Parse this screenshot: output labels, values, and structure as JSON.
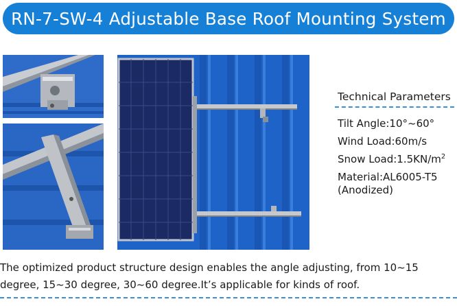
{
  "header": {
    "title": "RN-7-SW-4 Adjustable Base Roof Mounting System"
  },
  "specs": {
    "heading": "Technical Parameters",
    "tilt_angle": "Tilt Angle:10°~60°",
    "wind_load": "Wind Load:60m/s",
    "snow_load_prefix": "Snow Load:1.5KN/m",
    "snow_load_sup": "2",
    "material_line1": "Material:AL6005-T5",
    "material_line2": "(Anodized)"
  },
  "description": {
    "line1": "The optimized product structure design enables the angle adjusting, from 10~15",
    "line2": "degree, 15~30 degree, 30~60 degree.It’s applicable for kinds of roof."
  },
  "colors": {
    "banner_blue": "#1680d6",
    "roof_blue": "#1e63c8",
    "panel_navy": "#1c2a63",
    "dash_blue": "#3b8fd9"
  }
}
